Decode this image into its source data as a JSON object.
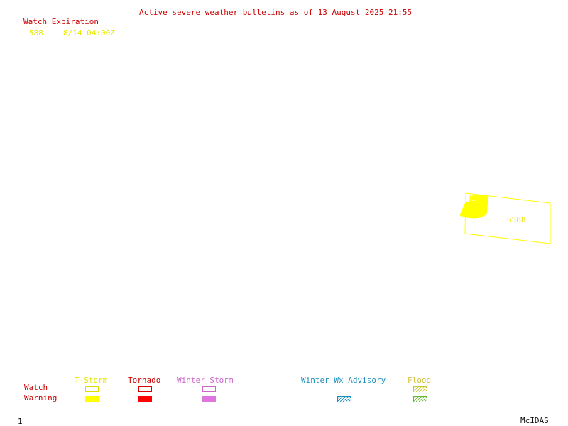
{
  "header": {
    "title": "Active severe weather bulletins as of 13 August 2025 21:55"
  },
  "watch_list": {
    "heading": "Watch Expiration",
    "entries": [
      {
        "id": "588",
        "expiration": "8/14 04:00Z"
      }
    ]
  },
  "map": {
    "watch_label": "S588"
  },
  "legend": {
    "row_labels": {
      "watch": "Watch",
      "warning": "Warning"
    },
    "categories": [
      {
        "label": "T-Storm",
        "color": "#ffff00"
      },
      {
        "label": "Tornado",
        "color": "#ff0000"
      },
      {
        "label": "Winter Storm",
        "color": "#dd77dd"
      },
      {
        "label": "Winter Wx Advisory",
        "color": "#1a8fbf"
      },
      {
        "label": "Flood",
        "color": "#c8c832"
      }
    ]
  },
  "footer": {
    "frame_number": "1",
    "brand": "McIDAS"
  }
}
